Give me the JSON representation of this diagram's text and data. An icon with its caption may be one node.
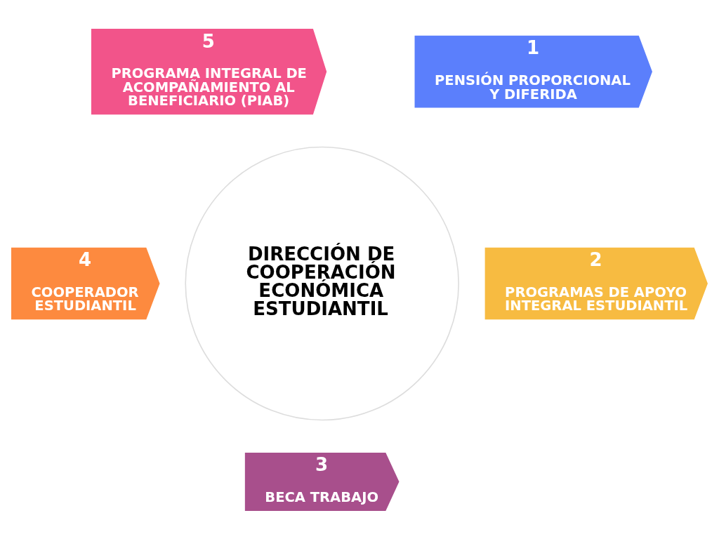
{
  "diagram": {
    "nodes": [
      {
        "text": [
          "DIRECCIÓN DE COOPERACIÓN ECONÓMICA ESTUDIANTIL"
        ]
      },
      {
        "text": [
          "1",
          "PENSIÓN PROPORCIONAL Y DIFERIDA"
        ]
      },
      {
        "text": [
          "2",
          "PROGRAMAS DE APOYO INTEGRAL ESTUDIANTIL"
        ]
      },
      {
        "text": [
          "3",
          "BECA TRABAJO"
        ]
      },
      {
        "text": [
          "4",
          "COOPERADOR ESTUDIANTIL"
        ]
      },
      {
        "text": [
          "5",
          "PROGRAMA INTEGRAL DE ACOMPAÑAMIENTO AL BENEFICIARIO (PIAB)"
        ]
      }
    ]
  }
}
